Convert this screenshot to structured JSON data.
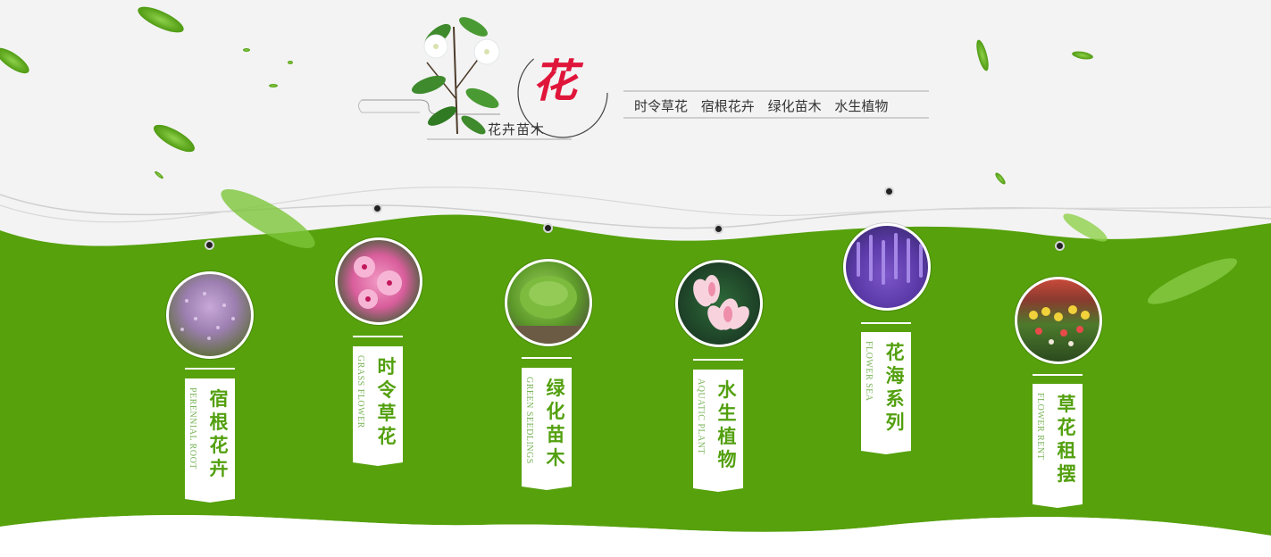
{
  "header": {
    "title_char": "花",
    "title_sub": "花卉苗木",
    "categories": [
      "时令草花",
      "宿根花卉",
      "绿化苗木",
      "水生植物"
    ]
  },
  "colors": {
    "green": "#56a10c",
    "title_red": "#e0153a",
    "tag_text": "#53a00f"
  },
  "products": [
    {
      "cn": "宿根花卉",
      "en": "PERENNIAL ROOT",
      "icon": "verbena-photo"
    },
    {
      "cn": "时令草花",
      "en": "GRASS FLOWER",
      "icon": "periwinkle-photo"
    },
    {
      "cn": "绿化苗木",
      "en": "GREEN SEEDLINGS",
      "icon": "shrub-photo"
    },
    {
      "cn": "水生植物",
      "en": "AQUATIC PLANT",
      "icon": "lotus-photo"
    },
    {
      "cn": "花海系列",
      "en": "FLOWER SEA",
      "icon": "lavender-photo"
    },
    {
      "cn": "草花租摆",
      "en": "FLOWER RENT",
      "icon": "greenhouse-photo"
    }
  ]
}
